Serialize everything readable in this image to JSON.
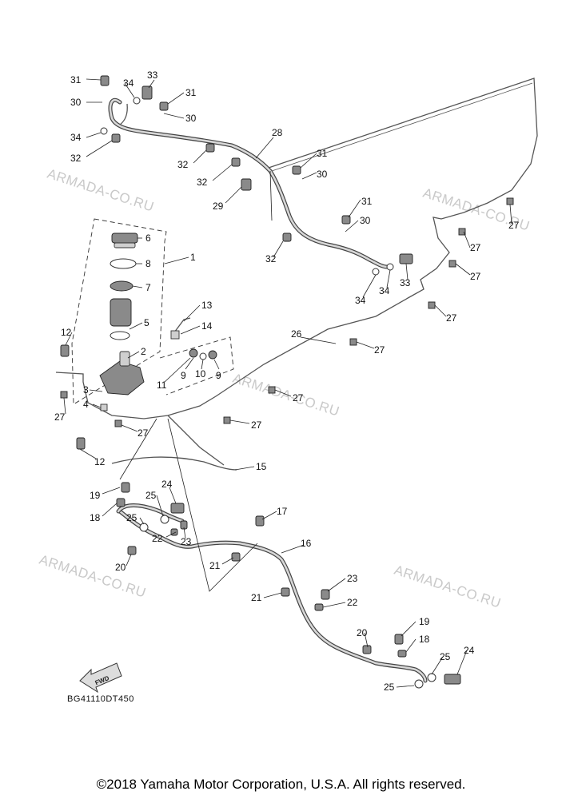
{
  "watermark": "ARMADA-CO.RU",
  "diagram_code": "BG41110DT450",
  "fwd_label": "FWD",
  "copyright": "©2018 Yamaha Motor Corporation, U.S.A. All rights reserved.",
  "callouts": {
    "c1": "1",
    "c2": "2",
    "c3": "3",
    "c4": "4",
    "c5": "5",
    "c6": "6",
    "c7": "7",
    "c8": "8",
    "c9a": "9",
    "c9b": "9",
    "c10": "10",
    "c11": "11",
    "c12a": "12",
    "c12b": "12",
    "c13": "13",
    "c14": "14",
    "c15": "15",
    "c16": "16",
    "c17": "17",
    "c18a": "18",
    "c18b": "18",
    "c19a": "19",
    "c19b": "19",
    "c20a": "20",
    "c20b": "20",
    "c21a": "21",
    "c21b": "21",
    "c22a": "22",
    "c22b": "22",
    "c23a": "23",
    "c23b": "23",
    "c24a": "24",
    "c24b": "24",
    "c25a": "25",
    "c25b": "25",
    "c25c": "25",
    "c26": "26",
    "c27a": "27",
    "c27b": "27",
    "c27c": "27",
    "c27d": "27",
    "c27e": "27",
    "c27f": "27",
    "c27g": "27",
    "c27h": "27",
    "c27i": "27",
    "c28": "28",
    "c29": "29",
    "c30a": "30",
    "c30b": "30",
    "c30c": "30",
    "c30d": "30",
    "c31a": "31",
    "c31b": "31",
    "c31c": "31",
    "c31d": "31",
    "c32a": "32",
    "c32b": "32",
    "c32c": "32",
    "c32d": "32",
    "c33a": "33",
    "c33b": "33",
    "c34a": "34",
    "c34b": "34",
    "c34c": "34",
    "c34d": "34"
  }
}
